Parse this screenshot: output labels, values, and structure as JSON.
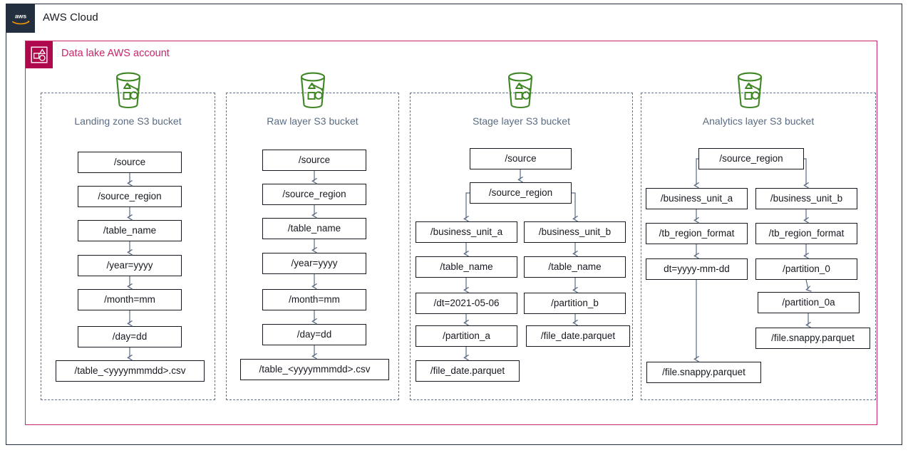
{
  "header": {
    "logo_icon": "aws-logo-icon",
    "title": "AWS Cloud"
  },
  "account": {
    "icon": "aws-account-icon",
    "title": "Data lake AWS account",
    "accent_color": "#C7266B",
    "badge_color": "#B0084D"
  },
  "palette": {
    "cloud_border": "#232F3E",
    "group_border": "#5E7291",
    "bucket_icon": "#3F8624",
    "label_text": "#5A6C84",
    "node_border": "#16191F",
    "arrow": "#5A6C84",
    "background": "#FFFFFF"
  },
  "buckets": [
    {
      "id": "landing-zone",
      "icon": "s3-bucket-icon",
      "label": "Landing zone  S3 bucket",
      "nodes": [
        {
          "id": "lz-1",
          "text": "/source"
        },
        {
          "id": "lz-2",
          "text": "/source_region"
        },
        {
          "id": "lz-3",
          "text": "/table_name"
        },
        {
          "id": "lz-4",
          "text": "/year=yyyy"
        },
        {
          "id": "lz-5",
          "text": "/month=mm"
        },
        {
          "id": "lz-6",
          "text": "/day=dd"
        },
        {
          "id": "lz-7",
          "text": "/table_<yyyymmmdd>.csv"
        }
      ]
    },
    {
      "id": "raw-layer",
      "icon": "s3-bucket-icon",
      "label": "Raw layer  S3 bucket",
      "nodes": [
        {
          "id": "rl-1",
          "text": "/source"
        },
        {
          "id": "rl-2",
          "text": "/source_region"
        },
        {
          "id": "rl-3",
          "text": "/table_name"
        },
        {
          "id": "rl-4",
          "text": "/year=yyyy"
        },
        {
          "id": "rl-5",
          "text": "/month=mm"
        },
        {
          "id": "rl-6",
          "text": "/day=dd"
        },
        {
          "id": "rl-7",
          "text": "/table_<yyyymmmdd>.csv"
        }
      ]
    },
    {
      "id": "stage-layer",
      "icon": "s3-bucket-icon",
      "label": "Stage layer  S3 bucket",
      "nodes": [
        {
          "id": "sl-1",
          "text": "/source"
        },
        {
          "id": "sl-2",
          "text": "/source_region"
        },
        {
          "id": "sl-a1",
          "text": "/business_unit_a"
        },
        {
          "id": "sl-a2",
          "text": "/table_name"
        },
        {
          "id": "sl-a3",
          "text": "/dt=2021-05-06"
        },
        {
          "id": "sl-a4",
          "text": "/partition_a"
        },
        {
          "id": "sl-a5",
          "text": "/file_date.parquet"
        },
        {
          "id": "sl-b1",
          "text": "/business_unit_b"
        },
        {
          "id": "sl-b2",
          "text": "/table_name"
        },
        {
          "id": "sl-b3",
          "text": "/partition_b"
        },
        {
          "id": "sl-b4",
          "text": "/file_date.parquet"
        }
      ]
    },
    {
      "id": "analytics-layer",
      "icon": "s3-bucket-icon",
      "label": "Analytics layer  S3 bucket",
      "nodes": [
        {
          "id": "al-1",
          "text": "/source_region"
        },
        {
          "id": "al-a1",
          "text": "/business_unit_a"
        },
        {
          "id": "al-a2",
          "text": "/tb_region_format"
        },
        {
          "id": "al-a3",
          "text": "dt=yyyy-mm-dd"
        },
        {
          "id": "al-a4",
          "text": "/file.snappy.parquet"
        },
        {
          "id": "al-b1",
          "text": "/business_unit_b"
        },
        {
          "id": "al-b2",
          "text": "/tb_region_format"
        },
        {
          "id": "al-b3",
          "text": "/partition_0"
        },
        {
          "id": "al-b4",
          "text": "/partition_0a"
        },
        {
          "id": "al-b5",
          "text": "/file.snappy.parquet"
        }
      ]
    }
  ]
}
